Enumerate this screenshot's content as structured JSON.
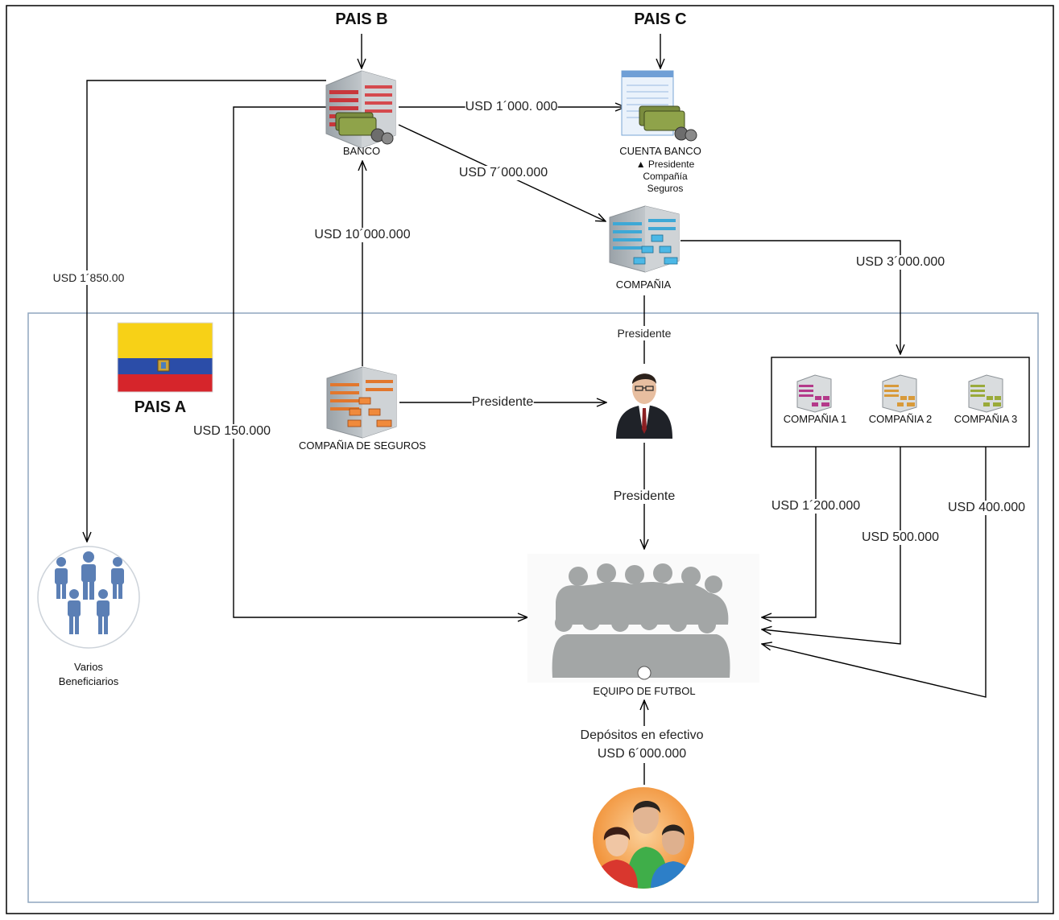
{
  "countries": {
    "a": "PAIS A",
    "b": "PAIS B",
    "c": "PAIS C"
  },
  "nodes": {
    "banco": "BANCO",
    "cuenta_banco": "CUENTA BANCO",
    "cuenta_banco_note": [
      "▲ Presidente",
      "Compañía",
      "Seguros"
    ],
    "compania": "COMPAÑIA",
    "compania_seguros": "COMPAÑIA DE SEGUROS",
    "compania_1": "COMPAÑIA 1",
    "compania_2": "COMPAÑIA 2",
    "compania_3": "COMPAÑIA 3",
    "equipo": "EQUIPO DE FUTBOL",
    "beneficiarios": [
      "Varios",
      "Beneficiarios"
    ]
  },
  "flows": {
    "banco_to_cuenta": "USD 1´000. 000",
    "banco_to_compania": "USD 7´000.000",
    "seguros_to_banco": "USD 10´000.000",
    "banco_to_beneficiarios": "USD 1´850.00",
    "compania_to_group": "USD 3´000.000",
    "banco_to_equipo": "USD 150.000",
    "seguros_to_presidente": "Presidente",
    "compania_presidente": "Presidente",
    "presidente_to_equipo": "Presidente",
    "compania1_to_equipo": "USD 1´200.000",
    "compania2_to_equipo": "USD 500.000",
    "compania3_to_equipo": "USD 400.000",
    "depositos_line1": "Depósitos en efectivo",
    "depositos_line2": "USD 6´000.000"
  },
  "icons": {
    "banco": "bank-building-icon",
    "cuenta": "bank-account-document-icon",
    "compania": "company-building-icon",
    "seguros": "insurance-company-building-icon",
    "presidente": "businessman-icon",
    "equipo": "football-team-silhouette-icon",
    "beneficiarios": "group-of-people-icon",
    "depositantes": "people-circle-icon",
    "flag": "ecuador-flag-icon"
  },
  "colors": {
    "frame": "#000000",
    "country_box": "#8fa6bf",
    "banco": "#c8373b",
    "compania": "#3da8d6",
    "seguros": "#e2772d",
    "compania_1": "#b43a8a",
    "compania_2": "#d89a3a",
    "compania_3": "#9aaa3a",
    "flag_yellow": "#f7d117",
    "flag_blue": "#2b4da8",
    "flag_red": "#d6252b"
  }
}
